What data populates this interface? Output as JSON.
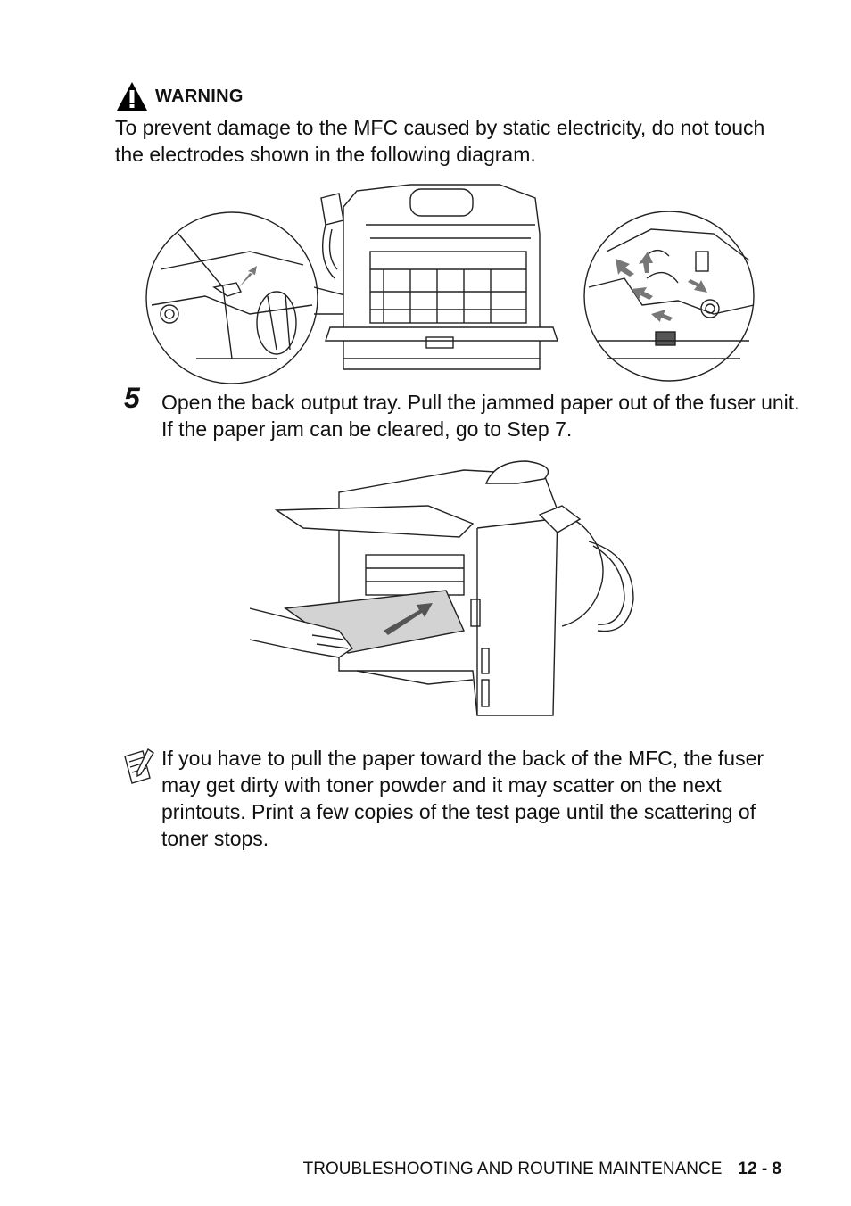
{
  "warning": {
    "label": "WARNING",
    "text": "To prevent damage to the MFC caused by static electricity, do not touch the electrodes shown in the following diagram."
  },
  "step": {
    "number": "5",
    "text": "Open the back output tray. Pull the jammed paper out of the fuser unit. If the paper jam can be cleared, go to Step 7."
  },
  "note": {
    "text": "If you have to pull the paper toward the back of the MFC, the fuser may get dirty with toner powder and it may scatter on the next printouts. Print a few copies of the test page until the scattering of toner stops."
  },
  "footer": {
    "section": "TROUBLESHOOTING AND ROUTINE MAINTENANCE",
    "page": "12 - 8"
  },
  "icons": {
    "warning": "warning-triangle-icon",
    "note": "note-pad-icon"
  }
}
